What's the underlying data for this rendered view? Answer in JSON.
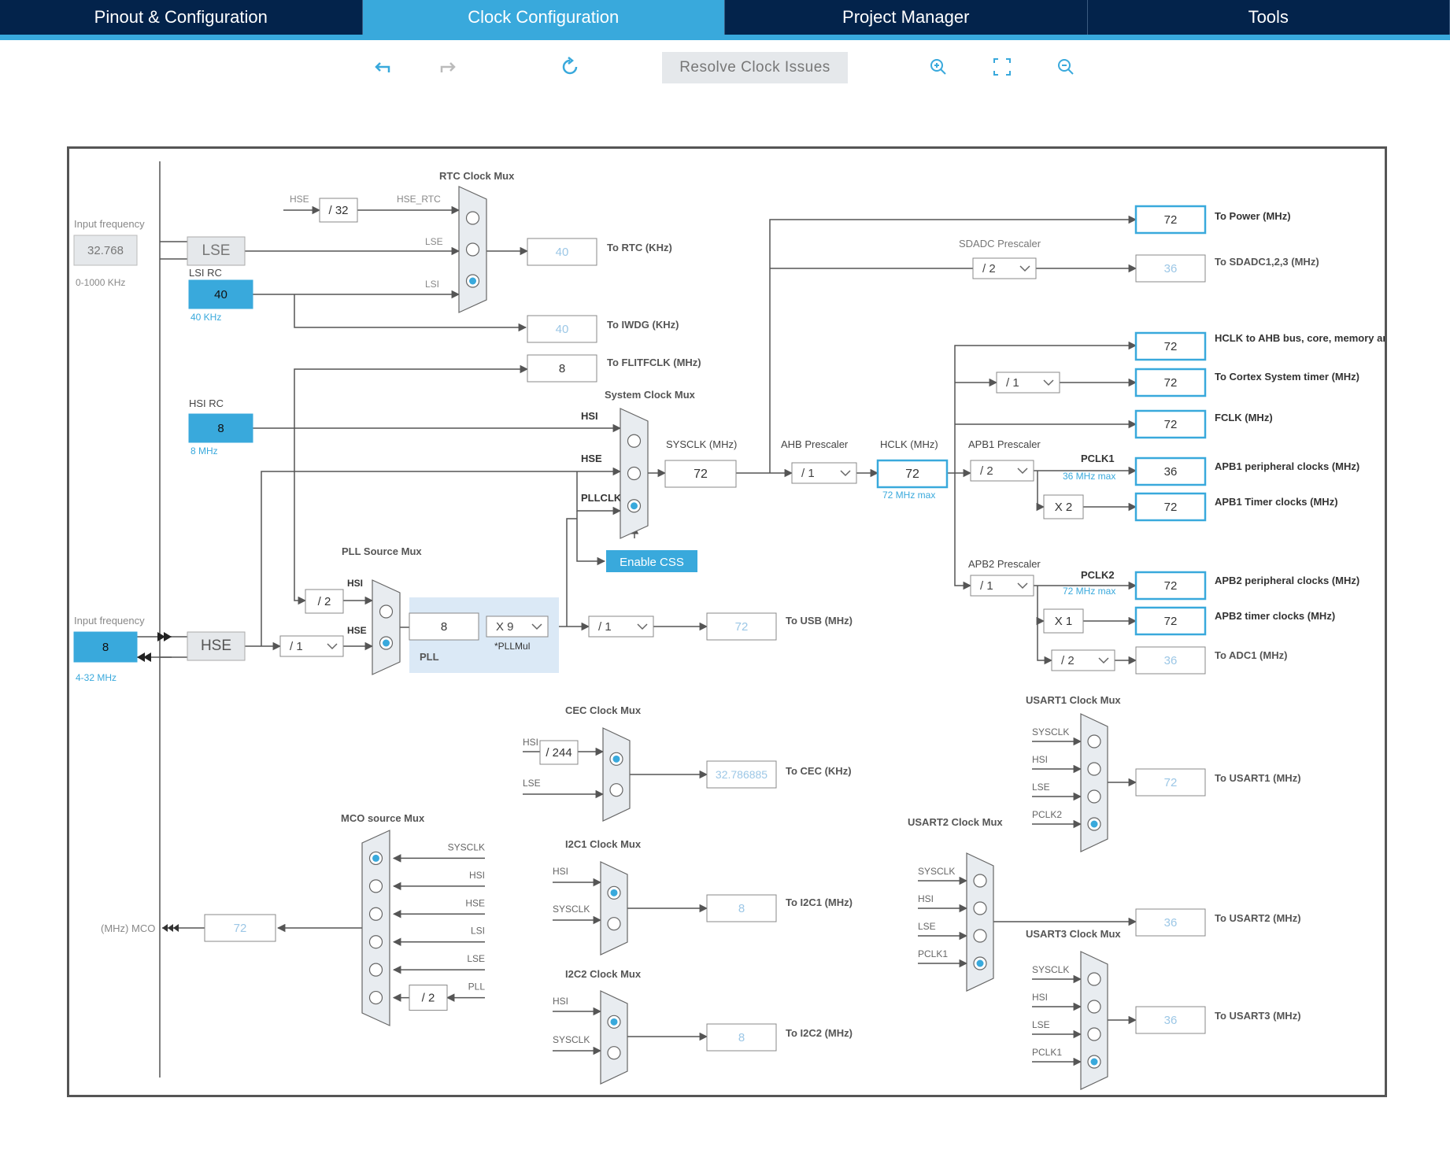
{
  "tabs": [
    {
      "label": "Pinout & Configuration"
    },
    {
      "label": "Clock Configuration"
    },
    {
      "label": "Project Manager"
    },
    {
      "label": "Tools"
    }
  ],
  "toolbar": {
    "resolve_label": "Resolve Clock Issues",
    "icons": [
      "undo-icon",
      "redo-icon",
      "reset-icon",
      "zoom-in-icon",
      "fit-icon",
      "zoom-out-icon"
    ]
  },
  "colors": {
    "accent": "#39a9dc",
    "header": "#03234b",
    "wire": "#555555",
    "faded": "#9cc7e6"
  },
  "diagram": {
    "lse_input": {
      "label": "Input frequency",
      "value": "32.768",
      "range": "0-1000 KHz",
      "block": "LSE"
    },
    "lsi": {
      "title": "LSI RC",
      "value": "40",
      "unit": "40 KHz"
    },
    "hsi": {
      "title": "HSI RC",
      "value": "8",
      "unit": "8 MHz"
    },
    "hse_input": {
      "label": "Input frequency",
      "value": "8",
      "range": "4-32 MHz",
      "block": "HSE"
    },
    "rtc_mux": {
      "title": "RTC Clock Mux",
      "hse": "HSE",
      "div": "/ 32",
      "hse_rtc": "HSE_RTC",
      "lse": "LSE",
      "lsi": "LSI"
    },
    "rtc_out": {
      "value": "40",
      "label": "To RTC (KHz)"
    },
    "iwdg_out": {
      "value": "40",
      "label": "To IWDG (KHz)"
    },
    "flit_out": {
      "value": "8",
      "label": "To FLITFCLK (MHz)"
    },
    "sys_mux": {
      "title": "System Clock Mux",
      "hsi": "HSI",
      "hse": "HSE",
      "pllclk": "PLLCLK"
    },
    "sysclk": {
      "label": "SYSCLK (MHz)",
      "value": "72"
    },
    "css_label": "Enable CSS",
    "pll_src": {
      "title": "PLL Source Mux",
      "div2": "/ 2",
      "hsi": "HSI",
      "hse": "HSE"
    },
    "hse_prediv": "/ 1",
    "pll": {
      "label": "PLL",
      "value": "8",
      "mul": "X 9",
      "mul_label": "*PLLMul"
    },
    "usb": {
      "div": "/ 1",
      "value": "72",
      "label": "To USB (MHz)"
    },
    "ahb": {
      "title": "AHB Prescaler",
      "value": "/ 1"
    },
    "hclk": {
      "label": "HCLK (MHz)",
      "value": "72",
      "max": "72 MHz max"
    },
    "sdadc": {
      "title": "SDADC Prescaler",
      "value": "/ 2",
      "out": "36",
      "label": "To SDADC1,2,3 (MHz)"
    },
    "power": {
      "value": "72",
      "label": "To Power (MHz)"
    },
    "hclk_ahb": {
      "value": "72",
      "label": "HCLK to AHB bus, core, memory and DMA (MHz)"
    },
    "cortex": {
      "div": "/ 1",
      "value": "72",
      "label": "To Cortex System timer (MHz)"
    },
    "fclk": {
      "value": "72",
      "label": "FCLK (MHz)"
    },
    "apb1": {
      "title": "APB1 Prescaler",
      "value": "/ 2",
      "pclk": "PCLK1",
      "max": "36 MHz max",
      "periph": "36",
      "periph_label": "APB1 peripheral clocks (MHz)",
      "timer_mul": "X 2",
      "timer": "72",
      "timer_label": "APB1 Timer clocks (MHz)"
    },
    "apb2": {
      "title": "APB2 Prescaler",
      "value": "/ 1",
      "pclk": "PCLK2",
      "max": "72 MHz max",
      "periph": "72",
      "periph_label": "APB2 peripheral clocks (MHz)",
      "timer_mul": "X 1",
      "timer": "72",
      "timer_label": "APB2 timer clocks (MHz)"
    },
    "adc": {
      "div": "/ 2",
      "value": "36",
      "label": "To ADC1 (MHz)"
    },
    "cec": {
      "title": "CEC Clock Mux",
      "hsi": "HSI",
      "div": "/ 244",
      "lse": "LSE",
      "value": "32.786885",
      "label": "To CEC (KHz)"
    },
    "i2c1": {
      "title": "I2C1 Clock Mux",
      "hsi": "HSI",
      "sysclk": "SYSCLK",
      "value": "8",
      "label": "To I2C1 (MHz)"
    },
    "i2c2": {
      "title": "I2C2 Clock Mux",
      "hsi": "HSI",
      "sysclk": "SYSCLK",
      "value": "8",
      "label": "To I2C2 (MHz)"
    },
    "mco": {
      "title": "MCO source Mux",
      "inputs": [
        "SYSCLK",
        "HSI",
        "HSE",
        "LSI",
        "LSE",
        "PLL"
      ],
      "div": "/ 2",
      "value": "72",
      "label": "(MHz) MCO"
    },
    "usart1": {
      "title": "USART1 Clock Mux",
      "inputs": [
        "SYSCLK",
        "HSI",
        "LSE",
        "PCLK2"
      ],
      "value": "72",
      "label": "To USART1 (MHz)"
    },
    "usart2": {
      "title": "USART2 Clock Mux",
      "inputs": [
        "SYSCLK",
        "HSI",
        "LSE",
        "PCLK1"
      ],
      "value": "36",
      "label": "To USART2 (MHz)"
    },
    "usart3": {
      "title": "USART3 Clock Mux",
      "inputs": [
        "SYSCLK",
        "HSI",
        "LSE",
        "PCLK1"
      ],
      "value": "36",
      "label": "To USART3 (MHz)"
    }
  }
}
